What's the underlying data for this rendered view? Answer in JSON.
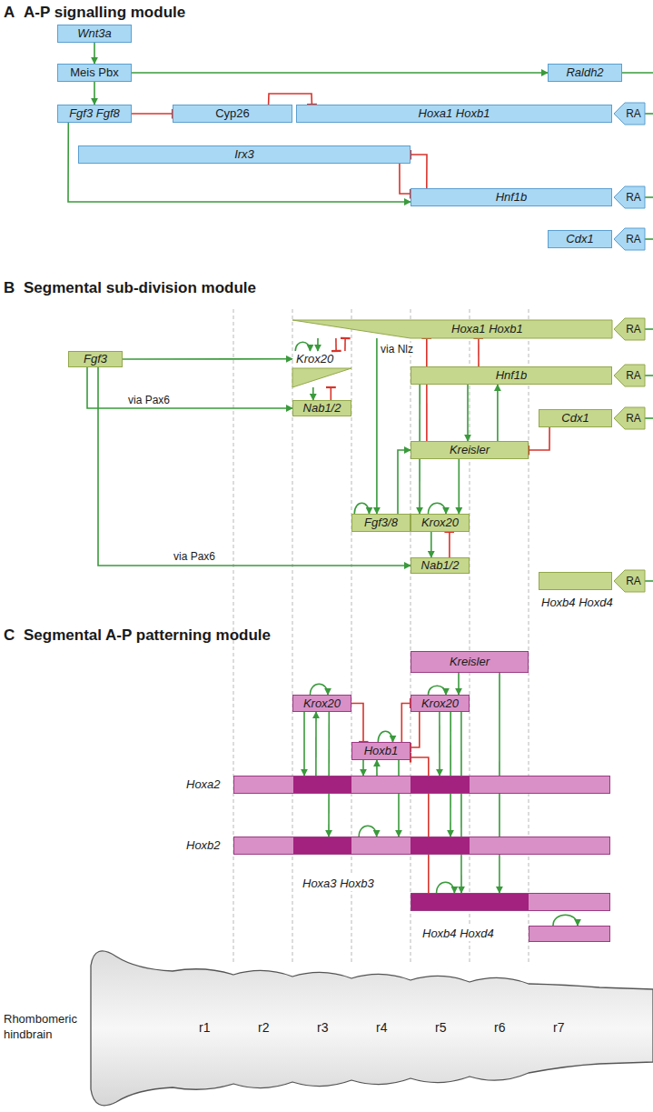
{
  "diagram": {
    "nodes": [
      {
        "text": [
          "Wnt3a"
        ]
      },
      {
        "text": [
          "Meis Pbx"
        ]
      },
      {
        "text": [
          "Raldh2"
        ]
      },
      {
        "text": [
          "Fgf3 Fgf8"
        ]
      },
      {
        "text": [
          "Cyp26"
        ]
      },
      {
        "text": [
          "Hoxa1 Hoxb1"
        ]
      },
      {
        "text": [
          "RA"
        ]
      },
      {
        "text": [
          "Irx3"
        ]
      },
      {
        "text": [
          "Hnf1b"
        ]
      },
      {
        "text": [
          "RA"
        ]
      },
      {
        "text": [
          "Cdx1"
        ]
      },
      {
        "text": [
          "RA"
        ]
      },
      {
        "text": [
          "Hoxa1 Hoxb1"
        ]
      },
      {
        "text": [
          "RA"
        ]
      },
      {
        "text": [
          "Fgf3"
        ]
      },
      {
        "text": [
          "Krox20"
        ]
      },
      {
        "text": [
          "Nab1/2"
        ]
      },
      {
        "text": [
          "Hnf1b"
        ]
      },
      {
        "text": [
          "RA"
        ]
      },
      {
        "text": [
          "Cdx1"
        ]
      },
      {
        "text": [
          "RA"
        ]
      },
      {
        "text": [
          "Kreisler"
        ]
      },
      {
        "text": [
          "Fgf3/8"
        ]
      },
      {
        "text": [
          "Krox20"
        ]
      },
      {
        "text": [
          "Nab1/2"
        ]
      },
      {
        "text": [
          "Hoxb4 Hoxd4"
        ]
      },
      {
        "text": [
          "RA"
        ]
      },
      {
        "text": [
          "Kreisler"
        ]
      },
      {
        "text": [
          "Krox20"
        ]
      },
      {
        "text": [
          "Krox20"
        ]
      },
      {
        "text": [
          "Hoxb1"
        ]
      },
      {
        "text": [
          "Hoxa2"
        ]
      },
      {
        "text": [
          "Hoxb2"
        ]
      },
      {
        "text": [
          "Hoxa3 Hoxb3"
        ]
      },
      {
        "text": [
          "Hoxb4 Hoxd4"
        ]
      }
    ],
    "edges": [
      {
        "from": 0,
        "to": 1,
        "arrow": "to"
      },
      {
        "from": 1,
        "to": 3,
        "arrow": "to"
      },
      {
        "from": 1,
        "to": 2,
        "arrow": "to"
      },
      {
        "from": 3,
        "to": 4,
        "arrow": "to"
      },
      {
        "from": 4,
        "to": 5,
        "arrow": "to"
      },
      {
        "from": 7,
        "to": 8,
        "arrow": "to"
      },
      {
        "from": 8,
        "to": 7,
        "arrow": "to"
      },
      {
        "from": 3,
        "to": 8,
        "arrow": "to"
      },
      {
        "from": 14,
        "to": 15,
        "arrow": "to"
      },
      {
        "from": 14,
        "to": 16,
        "label": "via Pax6",
        "arrow": "to"
      },
      {
        "from": 14,
        "to": 24,
        "label": "via Pax6",
        "arrow": "to"
      },
      {
        "from": 15,
        "to": 15,
        "arrow": "to"
      },
      {
        "from": 12,
        "to": 15,
        "arrow": "to"
      },
      {
        "from": 12,
        "to": 15,
        "label": "via Nlz",
        "arrow": "to"
      },
      {
        "from": 15,
        "to": 12,
        "arrow": "to"
      },
      {
        "from": 15,
        "to": 16,
        "arrow": "to"
      },
      {
        "from": 16,
        "to": 15,
        "arrow": "to"
      },
      {
        "from": 12,
        "to": 22,
        "arrow": "to"
      },
      {
        "from": 17,
        "to": 12,
        "arrow": "to"
      },
      {
        "from": 17,
        "to": 21,
        "arrow": "to"
      },
      {
        "from": 21,
        "to": 17,
        "arrow": "to"
      },
      {
        "from": 21,
        "to": 12,
        "arrow": "to"
      },
      {
        "from": 22,
        "to": 21,
        "arrow": "to"
      },
      {
        "from": 19,
        "to": 21,
        "arrow": "to"
      },
      {
        "from": 17,
        "to": 23,
        "arrow": "to"
      },
      {
        "from": 21,
        "to": 23,
        "arrow": "to"
      },
      {
        "from": 23,
        "to": 23,
        "arrow": "to"
      },
      {
        "from": 22,
        "to": 22,
        "arrow": "to"
      },
      {
        "from": 23,
        "to": 24,
        "arrow": "to"
      },
      {
        "from": 24,
        "to": 23,
        "arrow": "to"
      },
      {
        "from": 28,
        "to": 28,
        "arrow": "to"
      },
      {
        "from": 28,
        "to": 31,
        "arrow": "to"
      },
      {
        "from": 31,
        "to": 28,
        "arrow": "to"
      },
      {
        "from": 28,
        "to": 32,
        "arrow": "to"
      },
      {
        "from": 28,
        "to": 30,
        "arrow": "to"
      },
      {
        "from": 30,
        "to": 30,
        "arrow": "to"
      },
      {
        "from": 30,
        "to": 31,
        "arrow": "to"
      },
      {
        "from": 31,
        "to": 30,
        "arrow": "to"
      },
      {
        "from": 30,
        "to": 32,
        "arrow": "to"
      },
      {
        "from": 32,
        "to": 32,
        "arrow": "to"
      },
      {
        "from": 30,
        "to": 29,
        "arrow": "to"
      },
      {
        "from": 29,
        "to": 30,
        "arrow": "to"
      },
      {
        "from": 33,
        "to": 30,
        "arrow": "to"
      },
      {
        "from": 29,
        "to": 29,
        "arrow": "to"
      },
      {
        "from": 27,
        "to": 29,
        "arrow": "to"
      },
      {
        "from": 29,
        "to": 31,
        "arrow": "to"
      },
      {
        "from": 29,
        "to": 32,
        "arrow": "to"
      },
      {
        "from": 29,
        "to": 33,
        "arrow": "to"
      },
      {
        "from": 33,
        "to": 33,
        "arrow": "to"
      },
      {
        "from": 27,
        "to": 33,
        "arrow": "to"
      },
      {
        "from": 34,
        "to": 34,
        "arrow": "to"
      }
    ],
    "labels": [
      "A",
      "A-P signalling module",
      "B",
      "Segmental sub-division module",
      "C",
      "Segmental A-P patterning module",
      "Rhombomeric hindbrain",
      "r1",
      "r2",
      "r3",
      "r4",
      "r5",
      "r6",
      "r7"
    ]
  }
}
